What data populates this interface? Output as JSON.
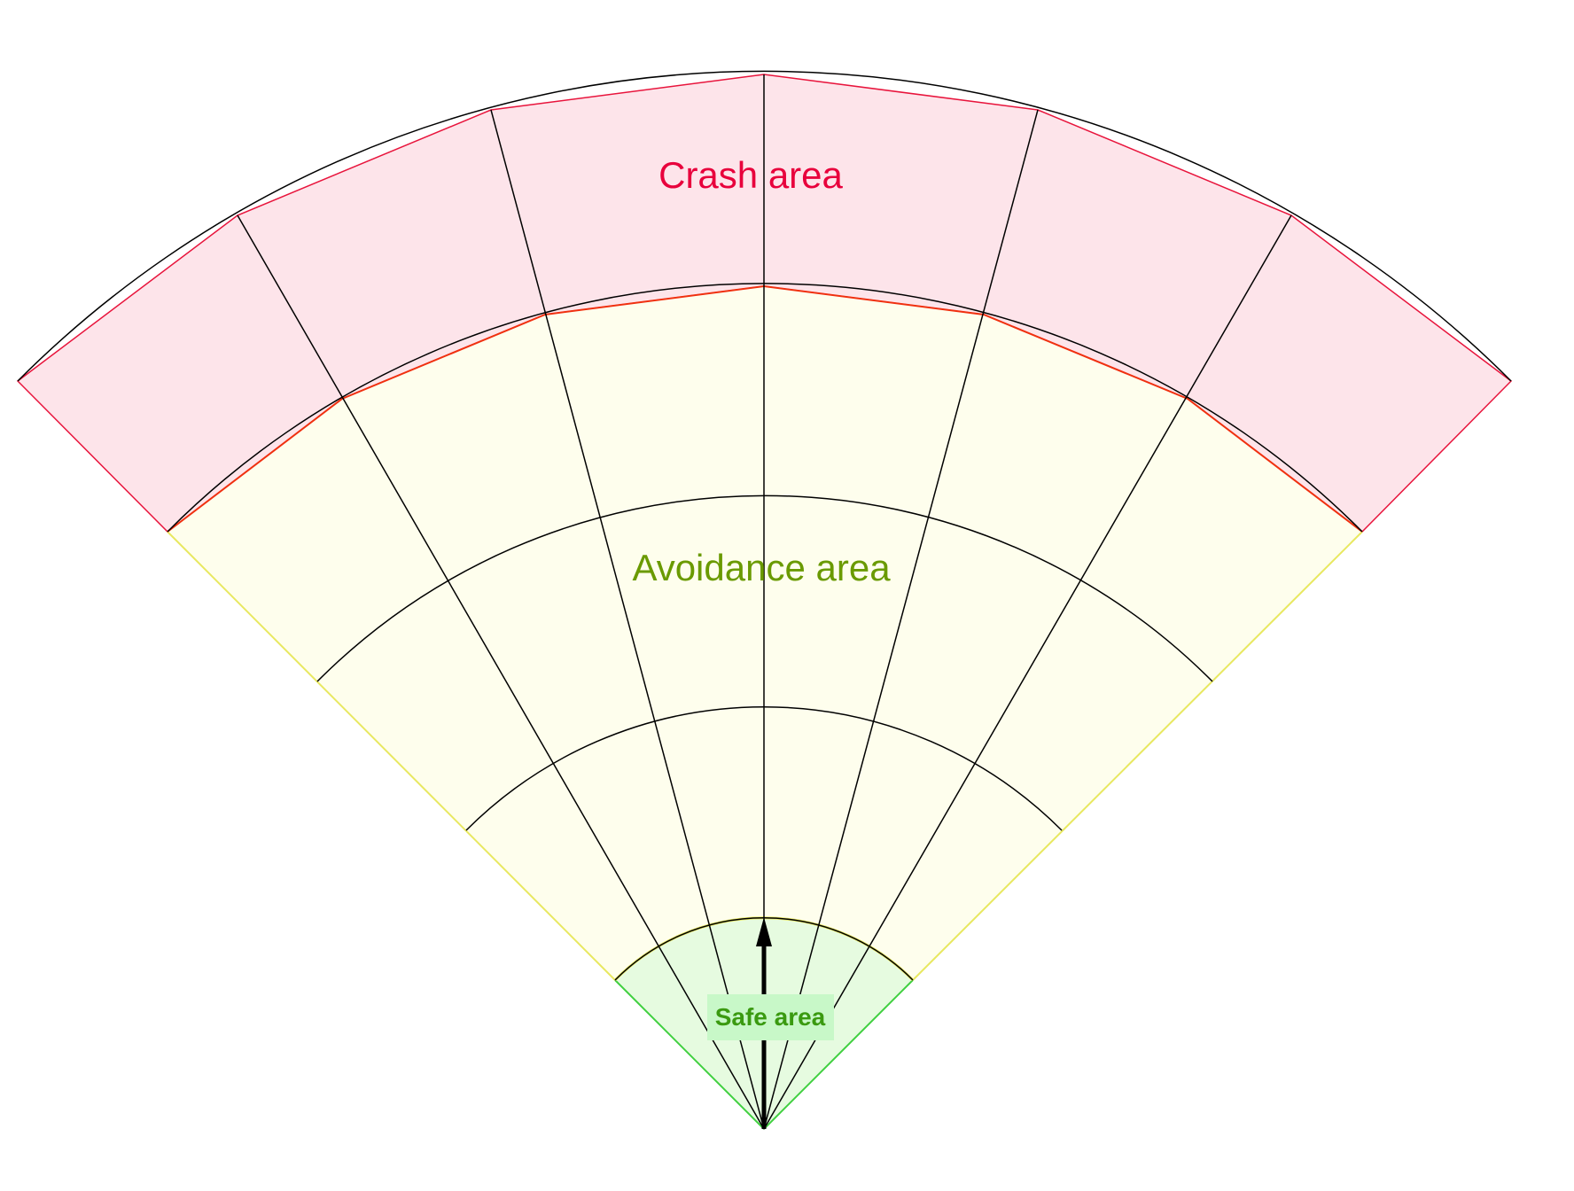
{
  "diagram": {
    "labels": {
      "crash": "Crash area",
      "avoidance": "Avoidance area",
      "safe": "Safe area"
    },
    "colors": {
      "crash_fill": "#fde4ea",
      "crash_stroke": "#e8143c",
      "crash_text": "#e8003c",
      "boundary_red": "#f03010",
      "avoid_fill": "#fefeed",
      "avoid_stroke": "#e8e860",
      "avoid_text": "#6a9a00",
      "safe_fill": "#e6fbe0",
      "safe_stroke": "#40d040",
      "safe_text": "#3a9a10",
      "safe_label_bg": "#c8f8c8",
      "grid": "#000000"
    }
  }
}
